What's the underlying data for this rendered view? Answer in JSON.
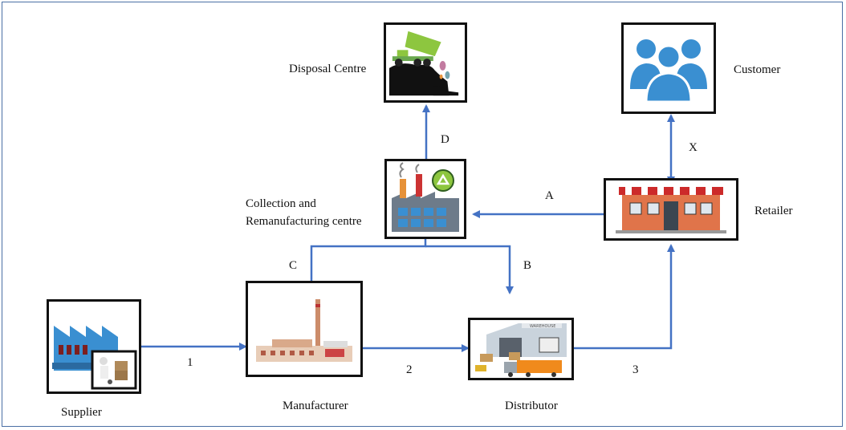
{
  "nodes": {
    "disposal": "Disposal Centre",
    "customer": "Customer",
    "collection_line1": "Collection and",
    "collection_line2": "Remanufacturing centre",
    "retailer": "Retailer",
    "supplier": "Supplier",
    "manufacturer": "Manufacturer",
    "distributor": "Distributor"
  },
  "flows": {
    "d": "D",
    "x": "X",
    "a": "A",
    "c": "C",
    "b": "B",
    "one": "1",
    "two": "2",
    "three": "3"
  },
  "icons": {
    "disposal": "dump-truck-icon",
    "customer": "users-group-icon",
    "collection": "recycling-factory-icon",
    "retailer": "store-icon",
    "supplier": "supplier-factory-icon",
    "manufacturer": "manufacturing-plant-icon",
    "distributor": "warehouse-icon",
    "warehouse_sign": "WAREHOUSE"
  },
  "colors": {
    "arrow": "#4472c4",
    "node_border": "#111111",
    "frame": "#4a6fa5"
  }
}
